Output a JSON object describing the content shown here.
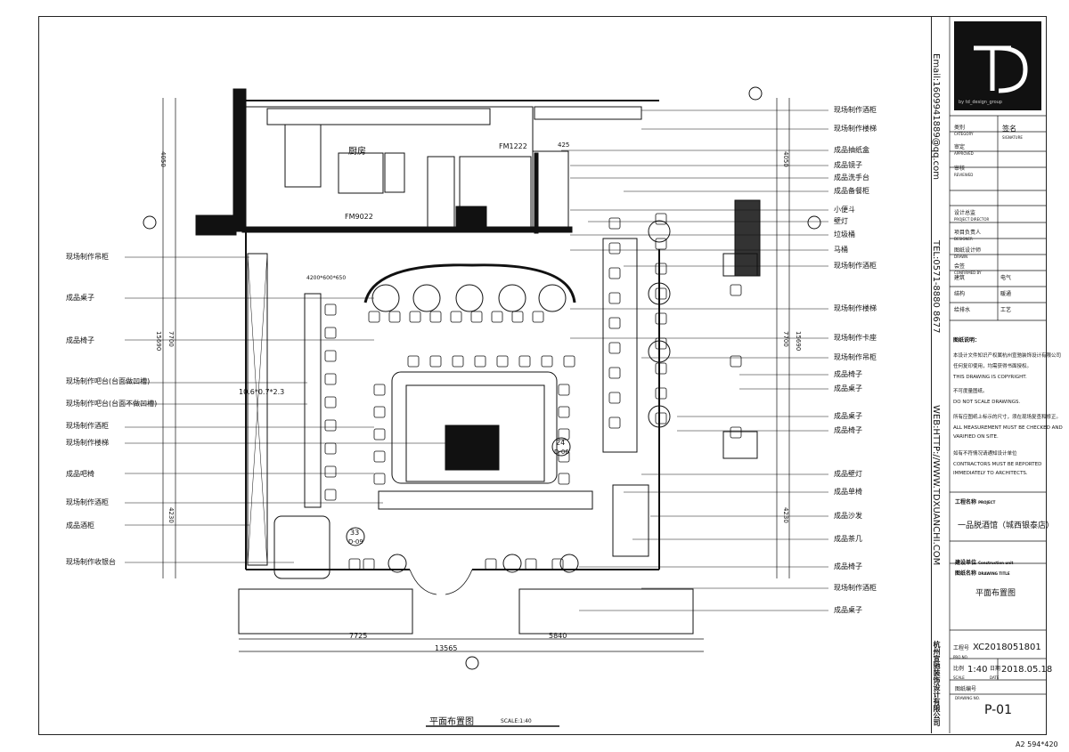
{
  "drawing": {
    "left_labels": [
      "现场制作吊柜",
      "成品桌子",
      "成品椅子",
      "现场制作吧台(台面做凹槽)",
      "现场制作吧台(台面不做凹槽)",
      "现场制作酒柜",
      "现场制作楼梯",
      "成品吧椅",
      "现场制作酒柜",
      "成品酒柜",
      "现场制作收银台"
    ],
    "right_labels": [
      "现场制作酒柜",
      "现场制作楼梯",
      "成品抽纸盒",
      "成品镜子",
      "成品洗手台",
      "成品备餐柜",
      "小便斗",
      "壁灯",
      "垃圾桶",
      "马桶",
      "现场制作酒柜",
      "现场制作楼梯",
      "现场制作卡座",
      "现场制作吊柜",
      "成品椅子",
      "成品桌子",
      "成品桌子",
      "成品椅子",
      "成品壁灯",
      "成品单椅",
      "成品沙发",
      "成品茶几",
      "成品椅子",
      "现场制作酒柜",
      "成品桌子"
    ],
    "room_labels": {
      "kitchen": "厨房",
      "fm1222": "FM1222",
      "fm9022": "FM9022",
      "dim425": "425",
      "bar_dims": "10.6*0.7*2.3",
      "ceiling": "4200*600*650"
    },
    "callouts": [
      {
        "num": "24",
        "ref": "D-06"
      },
      {
        "num": "33",
        "ref": "D-09"
      }
    ],
    "dims": {
      "left_v1": "4050",
      "left_v2": "15690",
      "left_v3": "7700",
      "left_v4": "4230",
      "right_v1": "4050",
      "right_v2": "7700",
      "right_v3": "15690",
      "right_v4": "4230",
      "bottom_a": "7725",
      "bottom_b": "5840",
      "bottom_total": "13565"
    },
    "caption": "平面布置图",
    "scale_caption": "SCALE:1:40"
  },
  "title_block": {
    "logo_caption": "by td_design_group",
    "email": "Email:1609941889@qq.com",
    "tel": "TEL:0571-8880 8677",
    "web": "WEB:HTTP://WWW.TDXUANCHI.COM",
    "company": "杭州宣驰装饰设计有限公司",
    "sign_rows": [
      {
        "cn": "类别",
        "en": "CATEGORY",
        "cn2": "签名",
        "en2": "SIGNATURE"
      },
      {
        "cn": "审定",
        "en": "APPROVED"
      },
      {
        "cn": "审核",
        "en": "REVIEWED"
      },
      {
        "cn": "设计总监",
        "en": "PROJECT DIRECTOR"
      },
      {
        "cn": "项目负责人",
        "en": "DESIGNER"
      },
      {
        "cn": "图纸设计师",
        "en": "DRAWN"
      },
      {
        "cn": "会签",
        "en": "CONFIRMED BY"
      }
    ],
    "disciplines": [
      "建筑",
      "电气",
      "结构",
      "暖通",
      "给排水",
      "工艺"
    ],
    "notes_title": "图纸说明：",
    "notes": [
      "本设计文件知识产权属杭州宣驰装饰设计有限公司",
      "任何复印使用，均需获得书面授权。",
      "THIS DRAWING IS COPYRIGHT.",
      "不可度量图纸。",
      "DO NOT SCALE DRAWINGS.",
      "所有应图纸上标示的尺寸，须在现场复查和修正。",
      "ALL MEASUREMENT MUST BE CHECKED AND",
      "VARIFIED ON SITE.",
      "如有不符情况请通知设计单位",
      "CONTRACTORS MUST BE REPORTED",
      "IMMEDIATELY TO ARCHITECTS."
    ],
    "project_label": "工程名称",
    "project_label_en": "PROJECT",
    "project_name": "一品脱酒馆（城西银泰店）",
    "unit_label": "建设单位",
    "unit_label_en": "Construction unit",
    "drawing_title_label": "图纸名称",
    "drawing_title_label_en": "DRAWING TITLE",
    "drawing_title": "平面布置图",
    "project_no_label": "工程号",
    "project_no_label_en": "PRO NO.",
    "project_no": "XC2018051801",
    "scale_label": "比例",
    "scale_label_en": "SCALE",
    "scale": "1:40",
    "date_label": "日期",
    "date_label_en": "DATE",
    "date": "2018.05.18",
    "drawing_no_label": "图纸编号",
    "drawing_no_label_en": "DRAWING NO.",
    "drawing_no": "P-01",
    "paper_size": "A2 594*420"
  }
}
